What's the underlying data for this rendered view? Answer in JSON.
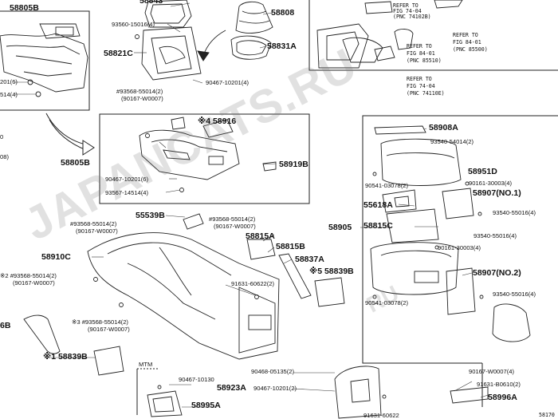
{
  "watermark": "JAPANCATS.RU",
  "watermark_small": "RU",
  "mtm": "MTM",
  "legend_left_mark": "0",
  "legend_left_08": "08)",
  "page_id": "58170",
  "refer_box": {
    "ref1": {
      "l1": "REFER TO",
      "l2": "FIG 74-04",
      "l3": "(PNC 74102B)"
    },
    "ref2": {
      "l1": "REFER TO",
      "l2": "FIG 84-01",
      "l3": "(PNC 85500)"
    },
    "ref3": {
      "l1": "REFER TO",
      "l2": "FIG 84-01",
      "l3": "(PNC 85510)"
    },
    "ref4": {
      "l1": "REFER TO",
      "l2": "FIG 74-04",
      "l3": "(PNC 74110E)"
    }
  },
  "labels": {
    "p58805B_top": "58805B",
    "p58843": "58843",
    "p93560": "93560-15016(4)",
    "p58821C": "58821C",
    "p58808": "58808",
    "p58831A": "58831A",
    "p90467_10201_4": "90467-10201(4)",
    "p201_6": "201(6)",
    "p514_4": "514(4)",
    "p93568_a": "#93568-55014(2)",
    "p90167_a": "(90167-W0007)",
    "p58916": "※4 58916",
    "p58805B_mid": "58805B",
    "p58919B": "58919B",
    "p90467_10201_6": "90467-10201(6)",
    "p93567": "93567-14514(4)",
    "p55539B": "55539B",
    "p93568_b": "#93568-55014(2)",
    "p90167_b": "(90167-W0007)",
    "p93568_c": "#93568-55014(2)",
    "p90167_c": "(90167-W0007)",
    "p58815A": "58815A",
    "p58815B": "58815B",
    "p58837A": "58837A",
    "p58910C": "58910C",
    "p93568_d": "※2 #93568-55014(2)",
    "p90167_d": "(90167-W0007)",
    "p58839B_r": "※5 58839B",
    "p91631_60622": "91631-60622(2)",
    "p93568_e": "※3 #93568-55014(2)",
    "p90167_e": "(90167-W0007)",
    "p6B": "6B",
    "p58839B_l": "※1 58839B",
    "p90467_10130": "90467-10130",
    "p58995A": "58995A",
    "p90468": "90468-05135(2)",
    "p58923A": "58923A",
    "p90467_10201_2": "90467-10201(2)",
    "p91631_bot": "91631-60622",
    "p58908A": "58908A",
    "p93540_a": "93540-54014(2)",
    "p58951D": "58951D",
    "p90541_a": "90541-03078(2)",
    "p90161_a": "90161-30003(4)",
    "p58907_1": "58907(NO.1)",
    "p55618A": "55618A",
    "p93540_b": "93540-55016(4)",
    "p58905": "58905",
    "p58815C": "58815C",
    "p93540_c": "93540-55016(4)",
    "p90161_b": "90161-30003(4)",
    "p58907_2": "58907(NO.2)",
    "p90541_b": "90541-03078(2)",
    "p93540_d": "93540-55016(4)",
    "p90167_f": "90167-W0007(4)",
    "p91631_B": "91631-B0610(2)",
    "p58996A": "58996A"
  }
}
